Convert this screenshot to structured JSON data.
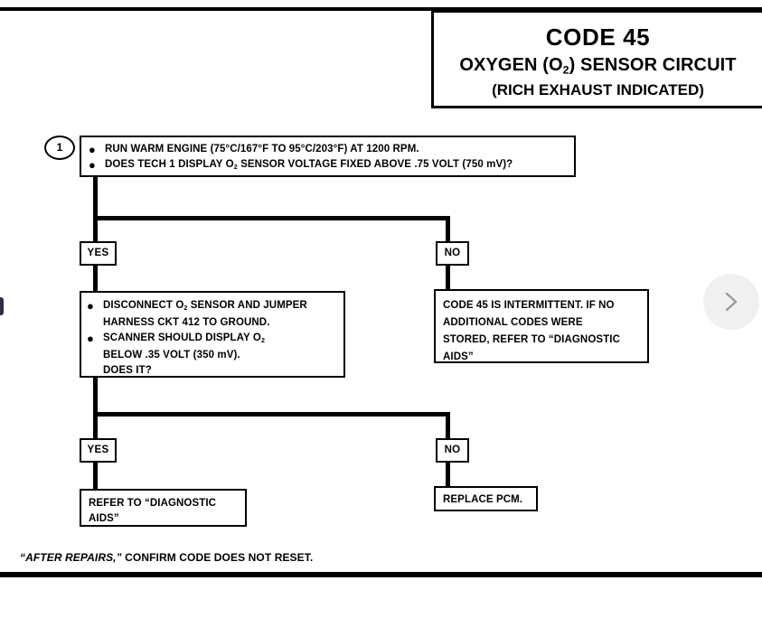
{
  "title": {
    "code": "CODE 45",
    "line1_pre": "OXYGEN (O",
    "line1_sub": "2",
    "line1_post": ") SENSOR CIRCUIT",
    "line2": "(RICH EXHAUST INDICATED)"
  },
  "step1": {
    "marker": "1",
    "bullet1": "RUN WARM ENGINE (75°C/167°F TO 95°C/203°F) AT 1200 RPM.",
    "bullet2_pre": "DOES TECH 1 DISPLAY O",
    "bullet2_sub": "2",
    "bullet2_post": " SENSOR  VOLTAGE FIXED ABOVE .75 VOLT (750 mV)?"
  },
  "decisions": {
    "yes1": "YES",
    "no1": "NO",
    "yes2": "YES",
    "no2": "NO"
  },
  "left_branch": {
    "bullet1_pre": "DISCONNECT O",
    "bullet1_sub": "2",
    "bullet1_post": " SENSOR AND JUMPER",
    "bullet1_line2": "HARNESS CKT 412 TO GROUND.",
    "bullet2_pre": "SCANNER SHOULD DISPLAY O",
    "bullet2_sub": "2",
    "bullet2_line2": "BELOW .35 VOLT (350 mV).",
    "bullet2_line3": "DOES IT?"
  },
  "right_branch": {
    "line1": "CODE 45 IS INTERMITTENT.  IF NO",
    "line2": "ADDITIONAL CODES WERE",
    "line3": "STORED, REFER TO “DIAGNOSTIC",
    "line4": "AIDS”"
  },
  "left_result": {
    "line1": "REFER TO “DIAGNOSTIC",
    "line2": "AIDS”"
  },
  "right_result": {
    "line1": "REPLACE PCM."
  },
  "footer": {
    "italic_part": "“AFTER REPAIRS,”",
    "rest": " CONFIRM CODE DOES NOT RESET."
  },
  "nav": {
    "next_icon": "chevron-right-icon"
  },
  "colors": {
    "ink": "#000000",
    "paper": "#ffffff",
    "nav_button_bg": "#f0f0f0",
    "nav_chevron": "#9a9a9a"
  }
}
